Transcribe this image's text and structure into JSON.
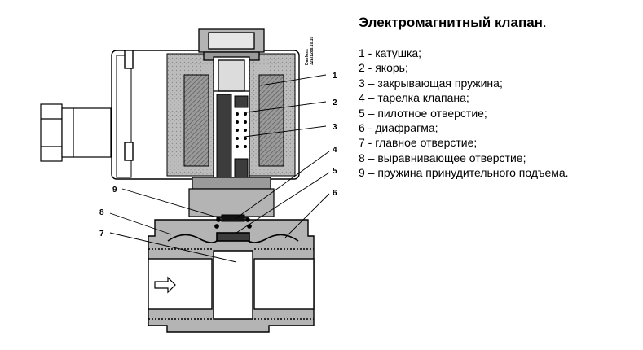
{
  "title": "Электромагнитный клапан",
  "title_suffix": ".",
  "legend": [
    "1 - катушка;",
    "2 - якорь;",
    "3 – закрывающая пружина;",
    "4 – тарелка клапана;",
    "5 – пилотное отверстие;",
    "6 - диафрагма;",
    "7 - главное отверстие;",
    "8 – выравнивающее отверстие;",
    "9 – пружина принудительного подъема."
  ],
  "callouts": [
    "1",
    "2",
    "3",
    "4",
    "5",
    "6",
    "7",
    "8",
    "9"
  ],
  "stamp_line1": "Danfoss",
  "stamp_line2": "32E/1288.10.10",
  "colors": {
    "metal": "#b4b4b4",
    "dark": "#3c3c3c",
    "coil": "#6e6e6e",
    "stroke": "#000000"
  },
  "icons": {
    "flow": "flow-arrow-icon"
  }
}
